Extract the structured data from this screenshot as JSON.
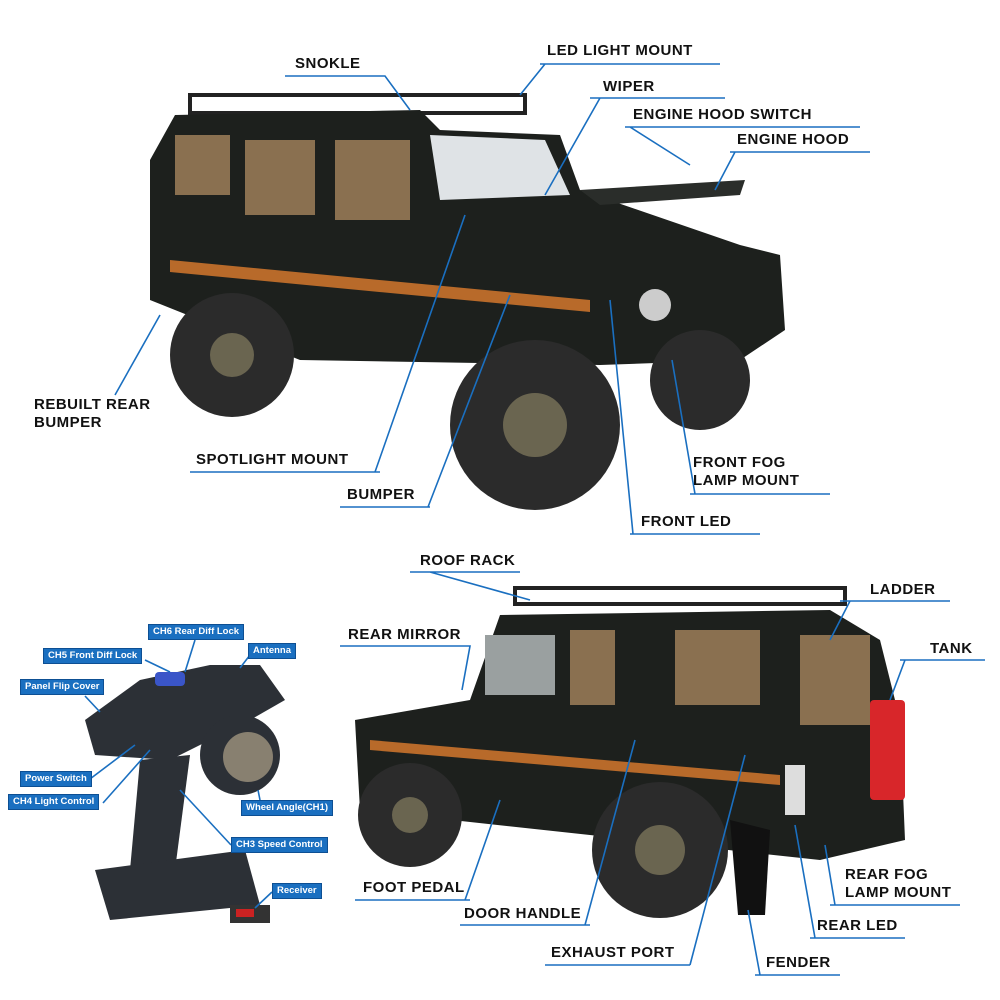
{
  "truck_front_labels": {
    "snokle": "SNOKLE",
    "led_light_mount": "LED LIGHT MOUNT",
    "wiper": "WIPER",
    "engine_hood_switch": "ENGINE HOOD SWITCH",
    "engine_hood": "ENGINE HOOD",
    "rebuilt_rear_bumper_1": "REBUILT REAR",
    "rebuilt_rear_bumper_2": "BUMPER",
    "spotlight_mount": "SPOTLIGHT MOUNT",
    "bumper": "BUMPER",
    "front_fog_1": "FRONT FOG",
    "front_fog_2": "LAMP MOUNT",
    "front_led": "FRONT LED"
  },
  "truck_rear_labels": {
    "roof_rack": "ROOF RACK",
    "ladder": "LADDER",
    "tank": "TANK",
    "rear_mirror": "REAR MIRROR",
    "foot_pedal": "FOOT PEDAL",
    "door_handle": "DOOR HANDLE",
    "exhaust_port": "EXHAUST PORT",
    "rear_led": "REAR LED",
    "rear_fog_1": "REAR FOG",
    "rear_fog_2": "LAMP MOUNT",
    "fender": "FENDER"
  },
  "remote_labels": {
    "ch6": "CH6 Rear Diff Lock",
    "ch5": "CH5 Front Diff Lock",
    "antenna": "Antenna",
    "panel": "Panel Flip Cover",
    "power": "Power Switch",
    "ch4": "CH4 Light Control",
    "ch1": "Wheel Angle(CH1)",
    "ch3": "CH3 Speed Control",
    "receiver": "Receiver"
  },
  "colors": {
    "leader": "#1a6fc0",
    "label_bg": "#1a6fc0",
    "body": "#1b1d1b"
  }
}
